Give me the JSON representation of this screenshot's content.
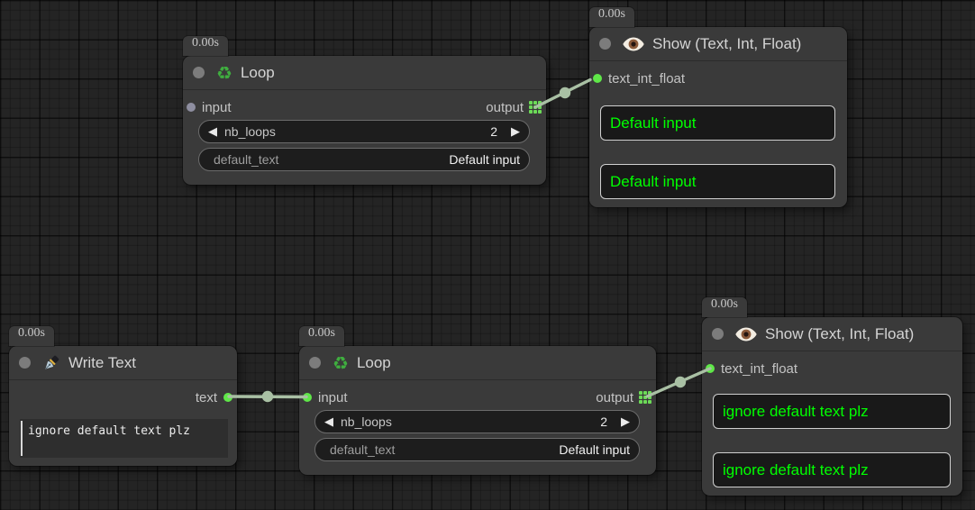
{
  "colors": {
    "wire": "#a9c0a4",
    "socket_connected": "#5fe748",
    "socket_unconnected": "#8e8ea0",
    "display_text_green": "#00ff00",
    "grid_socket_green": "#6cdb57",
    "node_bg": "#3a3a3a",
    "canvas_bg": "#242424"
  },
  "icons": {
    "recycle": "♻",
    "decrement": "◀",
    "increment": "▶"
  },
  "nodes": {
    "loop_top": {
      "badge": "0.00s",
      "title": "Loop",
      "input_label": "input",
      "output_label": "output",
      "widgets": {
        "nb_loops": {
          "label": "nb_loops",
          "value": "2"
        },
        "default_text": {
          "label": "default_text",
          "value": "Default input"
        }
      }
    },
    "show_top": {
      "badge": "0.00s",
      "title": "Show (Text, Int, Float)",
      "input_label": "text_int_float",
      "boxes": [
        "Default input",
        "Default input"
      ]
    },
    "write_text": {
      "badge": "0.00s",
      "title": "Write Text",
      "output_label": "text",
      "text_value": "ignore default text plz"
    },
    "loop_bottom": {
      "badge": "0.00s",
      "title": "Loop",
      "input_label": "input",
      "output_label": "output",
      "widgets": {
        "nb_loops": {
          "label": "nb_loops",
          "value": "2"
        },
        "default_text": {
          "label": "default_text",
          "value": "Default input"
        }
      }
    },
    "show_bottom": {
      "badge": "0.00s",
      "title": "Show (Text, Int, Float)",
      "input_label": "text_int_float",
      "boxes": [
        "ignore default text plz",
        "ignore default text plz"
      ]
    }
  }
}
